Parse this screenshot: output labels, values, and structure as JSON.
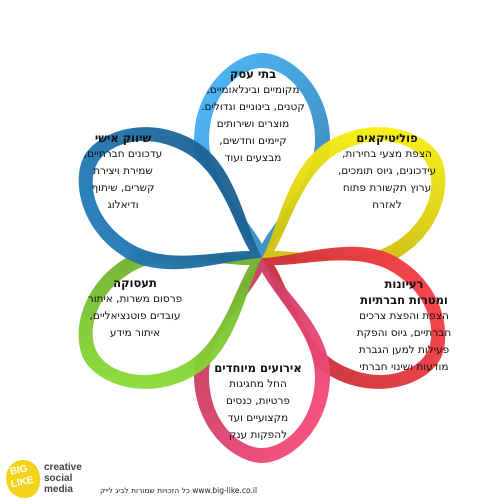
{
  "colors": {
    "business": "#3ea0dc",
    "politics": "#f5d90f",
    "social": "#e8363e",
    "events": "#e9446f",
    "employment": "#7dc832",
    "personal": "#1f6fa8"
  },
  "petals": [
    {
      "key": "business",
      "title": "בתי עסק",
      "body": "מקומיים ובינלאומיים,\nקטנים, בינוניים וגדולים.\nמוצרים ושירותים\nקיימים וחדשים,\nמבצעים ועוד"
    },
    {
      "key": "politics",
      "title": "פוליטיקאים",
      "body": "הצפת מצעי בחירות,\nעידכונים, גיוס תומכים,\nערוץ תקשורת פתוח\nלאזרח"
    },
    {
      "key": "social",
      "title": "רעיונות\nומטרות חברתיות",
      "body": "הצפת והפצת צרכים\nחברתיים, גיוס והפקת\nפעילות למען הגברת\nמודעות ושינוי חברתי"
    },
    {
      "key": "events",
      "title": "אירועים מיוחדים",
      "body": "החל מחגיגות\nפרטיות, כנסים\nמקצועיים ועד\nלהפקות ענק"
    },
    {
      "key": "employment",
      "title": "תעסוקה",
      "body": "פרסום משרות, איתור\nעובדים פוטנציאליים,\nאיתור מידע"
    },
    {
      "key": "personal",
      "title": "שיווק אישי",
      "body": "עדכונים חברתיים,\nשמירת ויצירת\nקשרים, שיתוף\nודיאלוג"
    }
  ],
  "logo": {
    "big": "BIG",
    "like": "LIKE",
    "words": "creative\nsocial\nmedia"
  },
  "footer": "כל הזכויות שמורות לביג לייק www.big-like.co.il"
}
